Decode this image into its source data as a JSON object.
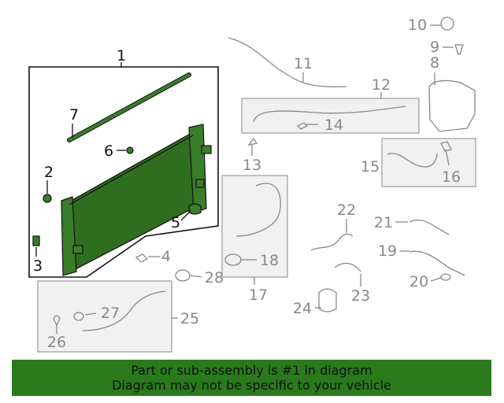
{
  "callouts": [
    {
      "id": "1",
      "text": "1",
      "highlight": true
    },
    {
      "id": "2",
      "text": "2",
      "highlight": true
    },
    {
      "id": "3",
      "text": "3",
      "highlight": true
    },
    {
      "id": "4",
      "text": "4",
      "highlight": false
    },
    {
      "id": "5",
      "text": "5",
      "highlight": true
    },
    {
      "id": "6",
      "text": "6",
      "highlight": true
    },
    {
      "id": "7",
      "text": "7",
      "highlight": true
    },
    {
      "id": "8",
      "text": "8",
      "highlight": false
    },
    {
      "id": "9",
      "text": "9",
      "highlight": false
    },
    {
      "id": "10",
      "text": "10",
      "highlight": false
    },
    {
      "id": "11",
      "text": "11",
      "highlight": false
    },
    {
      "id": "12",
      "text": "12",
      "highlight": false
    },
    {
      "id": "13",
      "text": "13",
      "highlight": false
    },
    {
      "id": "14",
      "text": "14",
      "highlight": false
    },
    {
      "id": "15",
      "text": "15",
      "highlight": false
    },
    {
      "id": "16",
      "text": "16",
      "highlight": false
    },
    {
      "id": "17",
      "text": "17",
      "highlight": false
    },
    {
      "id": "18",
      "text": "18",
      "highlight": false
    },
    {
      "id": "19",
      "text": "19",
      "highlight": false
    },
    {
      "id": "20",
      "text": "20",
      "highlight": false
    },
    {
      "id": "21",
      "text": "21",
      "highlight": false
    },
    {
      "id": "22",
      "text": "22",
      "highlight": false
    },
    {
      "id": "23",
      "text": "23",
      "highlight": false
    },
    {
      "id": "24",
      "text": "24",
      "highlight": false
    },
    {
      "id": "25",
      "text": "25",
      "highlight": false
    },
    {
      "id": "26",
      "text": "26",
      "highlight": false
    },
    {
      "id": "27",
      "text": "27",
      "highlight": false
    },
    {
      "id": "28",
      "text": "28",
      "highlight": false
    }
  ],
  "banner": {
    "line1": "Part or sub-assembly is #1 in diagram",
    "line2": "Diagram may not be specific to your vehicle"
  },
  "colors": {
    "highlight_part": "#3a7d2a",
    "banner_bg": "#2a7a1c",
    "callout_gray": "#888888",
    "callout_black": "#111111"
  }
}
